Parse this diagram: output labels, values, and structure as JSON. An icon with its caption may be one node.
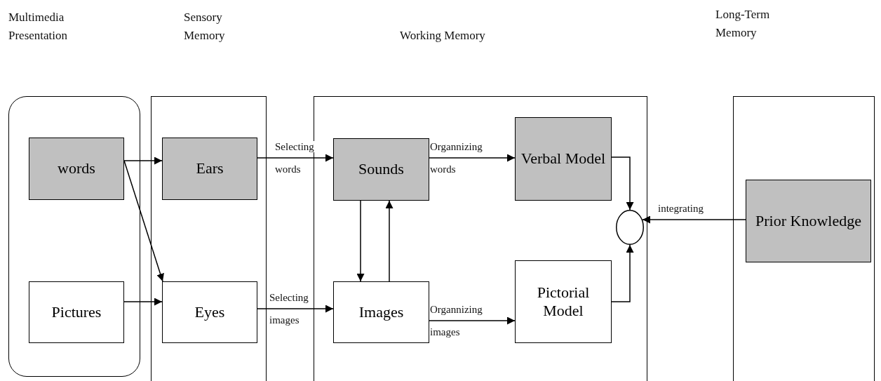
{
  "diagram": {
    "nodes": [
      {
        "text": [
          "Multimedia Presentation"
        ]
      },
      {
        "text": [
          "words"
        ],
        "in": 0
      },
      {
        "text": [
          "Pictures"
        ],
        "in": 0
      },
      {
        "text": [
          "Sensory Memory"
        ]
      },
      {
        "text": [
          "Ears"
        ],
        "in": 3
      },
      {
        "text": [
          "Eyes"
        ],
        "in": 3
      },
      {
        "text": [
          "Working Memory"
        ]
      },
      {
        "text": [
          "Sounds"
        ],
        "in": 6
      },
      {
        "text": [
          "Images"
        ],
        "in": 6
      },
      {
        "text": [
          "Verbal Model"
        ],
        "in": 6
      },
      {
        "text": [
          "Pictorial Model"
        ],
        "in": 6
      },
      {
        "text": [],
        "shape": "circle",
        "in": 6
      },
      {
        "text": [
          "Long-Term Memory"
        ]
      },
      {
        "text": [
          "Prior Knowledge"
        ],
        "in": 12
      }
    ],
    "edges": [
      {
        "from": 1,
        "to": 4,
        "arrow": "to"
      },
      {
        "from": 1,
        "to": 5,
        "arrow": "to"
      },
      {
        "from": 2,
        "to": 5,
        "arrow": "to"
      },
      {
        "from": 4,
        "to": 7,
        "arrow": "to",
        "label": "Selecting words"
      },
      {
        "from": 5,
        "to": 8,
        "arrow": "to",
        "label": "Selecting images"
      },
      {
        "from": 7,
        "to": 8,
        "arrow": "to"
      },
      {
        "from": 8,
        "to": 7,
        "arrow": "to"
      },
      {
        "from": 7,
        "to": 9,
        "arrow": "to",
        "label": "Organnizing words"
      },
      {
        "from": 8,
        "to": 10,
        "arrow": "to",
        "label": "Organnizing images"
      },
      {
        "from": 9,
        "to": 11,
        "arrow": "to"
      },
      {
        "from": 10,
        "to": 11,
        "arrow": "to"
      },
      {
        "from": 13,
        "to": 11,
        "arrow": "to",
        "label": "integrating"
      }
    ]
  }
}
